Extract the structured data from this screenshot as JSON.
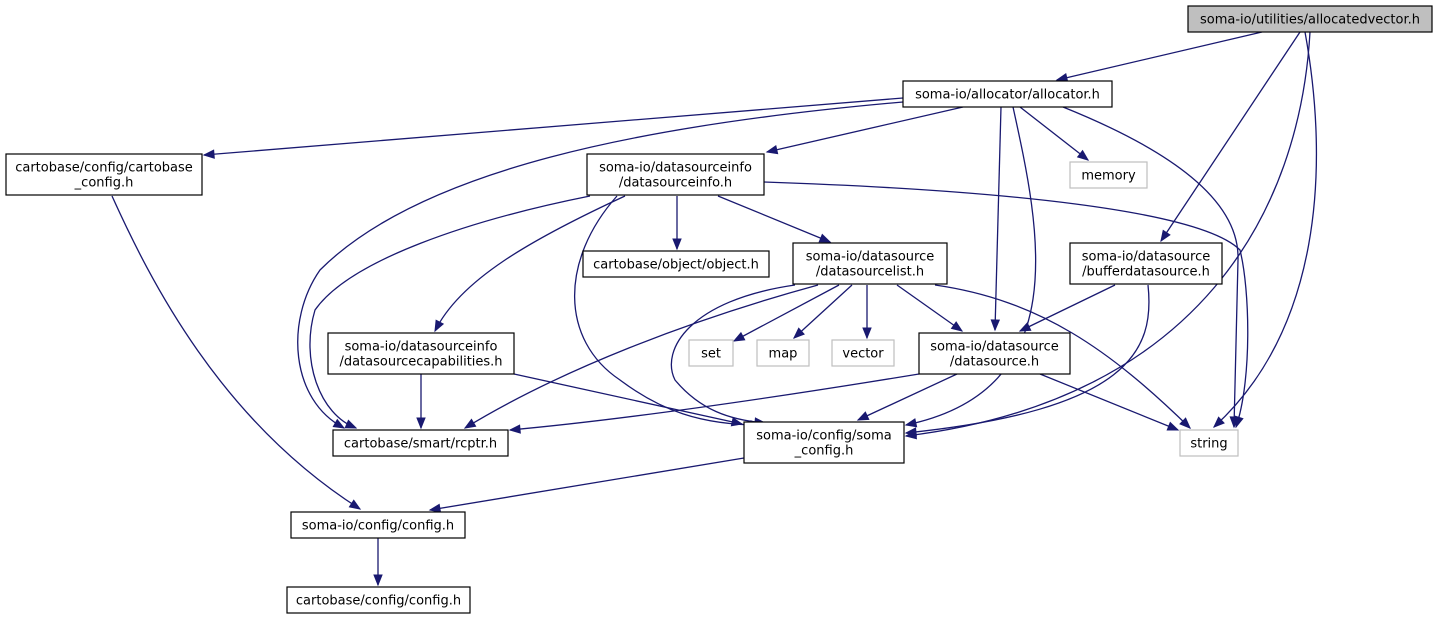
{
  "colors": {
    "edge": "#191970",
    "root_fill": "#bfbfbf",
    "box_border": "#000000",
    "system_border": "#bfbfbf"
  },
  "nodes": {
    "root": {
      "lines": [
        "soma-io/utilities/allocatedvector.h"
      ],
      "kind": "root"
    },
    "allocator": {
      "lines": [
        "soma-io/allocator/allocator.h"
      ],
      "kind": "file"
    },
    "cbcfg": {
      "lines": [
        "cartobase/config/cartobase",
        "_config.h"
      ],
      "kind": "file"
    },
    "dsinfo": {
      "lines": [
        "soma-io/datasourceinfo",
        "/datasourceinfo.h"
      ],
      "kind": "file"
    },
    "memory": {
      "lines": [
        "memory"
      ],
      "kind": "system"
    },
    "object": {
      "lines": [
        "cartobase/object/object.h"
      ],
      "kind": "file"
    },
    "dslist": {
      "lines": [
        "soma-io/datasource",
        "/datasourcelist.h"
      ],
      "kind": "file"
    },
    "bufds": {
      "lines": [
        "soma-io/datasource",
        "/bufferdatasource.h"
      ],
      "kind": "file"
    },
    "dscap": {
      "lines": [
        "soma-io/datasourceinfo",
        "/datasourcecapabilities.h"
      ],
      "kind": "file"
    },
    "set": {
      "lines": [
        "set"
      ],
      "kind": "system"
    },
    "map": {
      "lines": [
        "map"
      ],
      "kind": "system"
    },
    "vector": {
      "lines": [
        "vector"
      ],
      "kind": "system"
    },
    "ds": {
      "lines": [
        "soma-io/datasource",
        "/datasource.h"
      ],
      "kind": "file"
    },
    "rcptr": {
      "lines": [
        "cartobase/smart/rcptr.h"
      ],
      "kind": "file"
    },
    "somacfg": {
      "lines": [
        "soma-io/config/soma",
        "_config.h"
      ],
      "kind": "file"
    },
    "string": {
      "lines": [
        "string"
      ],
      "kind": "system"
    },
    "siocfg": {
      "lines": [
        "soma-io/config/config.h"
      ],
      "kind": "file"
    },
    "cbconfig": {
      "lines": [
        "cartobase/config/config.h"
      ],
      "kind": "file"
    }
  },
  "edges": [
    [
      "root",
      "allocator"
    ],
    [
      "root",
      "bufds"
    ],
    [
      "root",
      "somacfg"
    ],
    [
      "root",
      "string"
    ],
    [
      "allocator",
      "cbcfg"
    ],
    [
      "allocator",
      "dsinfo"
    ],
    [
      "allocator",
      "rcptr"
    ],
    [
      "allocator",
      "memory"
    ],
    [
      "allocator",
      "ds"
    ],
    [
      "allocator",
      "somacfg"
    ],
    [
      "allocator",
      "string"
    ],
    [
      "cbcfg",
      "siocfg"
    ],
    [
      "dsinfo",
      "object"
    ],
    [
      "dsinfo",
      "dslist"
    ],
    [
      "dsinfo",
      "dscap"
    ],
    [
      "dsinfo",
      "rcptr"
    ],
    [
      "dsinfo",
      "somacfg"
    ],
    [
      "dsinfo",
      "string"
    ],
    [
      "dslist",
      "set"
    ],
    [
      "dslist",
      "map"
    ],
    [
      "dslist",
      "vector"
    ],
    [
      "dslist",
      "ds"
    ],
    [
      "dslist",
      "rcptr"
    ],
    [
      "dslist",
      "somacfg"
    ],
    [
      "dslist",
      "string"
    ],
    [
      "bufds",
      "ds"
    ],
    [
      "bufds",
      "somacfg"
    ],
    [
      "dscap",
      "rcptr"
    ],
    [
      "dscap",
      "somacfg"
    ],
    [
      "ds",
      "rcptr"
    ],
    [
      "ds",
      "somacfg"
    ],
    [
      "ds",
      "string"
    ],
    [
      "somacfg",
      "siocfg"
    ],
    [
      "siocfg",
      "cbconfig"
    ]
  ]
}
